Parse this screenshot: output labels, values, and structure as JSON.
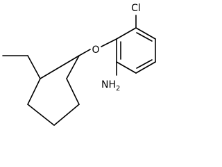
{
  "molecule": {
    "atom_labels": {
      "chlorine": "Cl",
      "oxygen": "O",
      "amine": "NH",
      "amine_subscript": "2"
    },
    "colors": {
      "bond": "#000000",
      "text": "#000000",
      "background": "#ffffff"
    }
  }
}
